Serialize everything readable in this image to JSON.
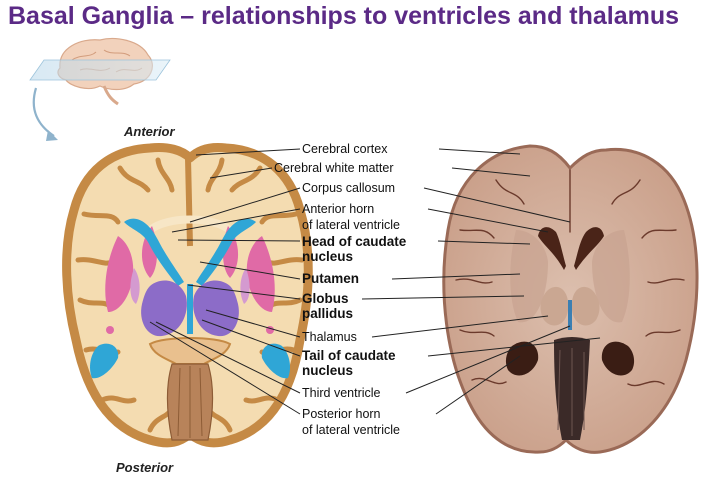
{
  "title": "Basal Ganglia – relationships to ventricles and thalamus",
  "orientation": {
    "anterior": "Anterior",
    "posterior": "Posterior"
  },
  "labels": [
    {
      "id": "cerebral-cortex",
      "text": "Cerebral cortex",
      "bold": false
    },
    {
      "id": "cerebral-white-matter",
      "text": "Cerebral white matter",
      "bold": false
    },
    {
      "id": "corpus-callosum",
      "text": "Corpus callosum",
      "bold": false
    },
    {
      "id": "anterior-horn",
      "text": "Anterior horn",
      "text2": "of lateral ventricle",
      "bold": false
    },
    {
      "id": "head-of-caudate",
      "text": "Head of caudate",
      "text2": "nucleus",
      "bold": true
    },
    {
      "id": "putamen",
      "text": "Putamen",
      "bold": true
    },
    {
      "id": "globus-pallidus",
      "text": "Globus",
      "text2": "pallidus",
      "bold": true
    },
    {
      "id": "thalamus",
      "text": "Thalamus",
      "bold": false
    },
    {
      "id": "tail-of-caudate",
      "text": "Tail of caudate",
      "text2": "nucleus",
      "bold": true
    },
    {
      "id": "third-ventricle",
      "text": "Third ventricle",
      "bold": false
    },
    {
      "id": "posterior-horn",
      "text": "Posterior horn",
      "text2": "of lateral ventricle",
      "bold": false
    }
  ],
  "colors": {
    "title": "#5b2a86",
    "ventricle": "#2fa6d6",
    "caudate_putamen": "#e06aa6",
    "globus_pallidus": "#d49ad0",
    "thalamus": "#8c6cc8",
    "white_matter": "#f4dcb1",
    "cortex": "#c58a45",
    "photo_tissue": "#d8b4a1"
  }
}
